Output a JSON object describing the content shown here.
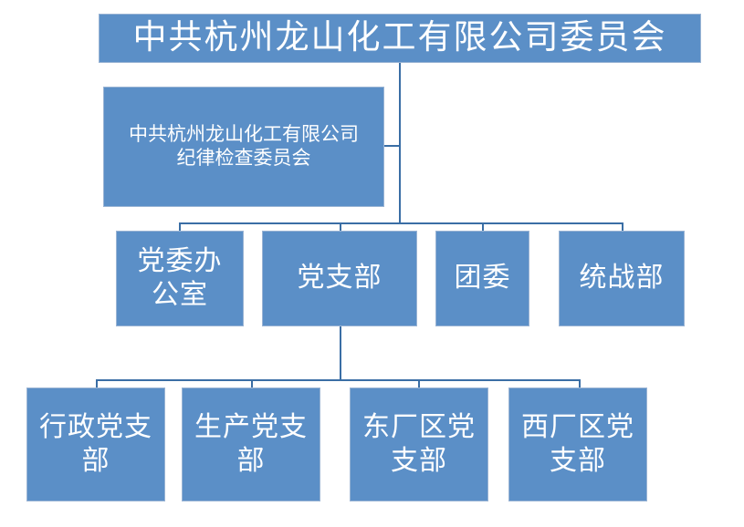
{
  "diagram": {
    "type": "org-chart",
    "root": {
      "id": "party-committee",
      "label": "中共杭州龙山化工有限公司委员会"
    },
    "discipline": {
      "id": "discipline-committee",
      "label": "中共杭州龙山化工有限公司纪律检查委员会"
    },
    "level2": [
      {
        "id": "party-office",
        "label": "党委办公室"
      },
      {
        "id": "party-branch",
        "label": "党支部"
      },
      {
        "id": "youth-league",
        "label": "团委"
      },
      {
        "id": "united-front",
        "label": "统战部"
      }
    ],
    "level3": [
      {
        "id": "admin-branch",
        "label": "行政党支部"
      },
      {
        "id": "production-branch",
        "label": "生产党支部"
      },
      {
        "id": "east-plant-branch",
        "label": "东厂区党支部"
      },
      {
        "id": "west-plant-branch",
        "label": "西厂区党支部"
      }
    ],
    "colors": {
      "node_fill": "#5b8fc7",
      "node_border": "#9ab4d4",
      "connector": "#3a6ea5",
      "text": "#ffffff",
      "background": "#ffffff"
    }
  }
}
